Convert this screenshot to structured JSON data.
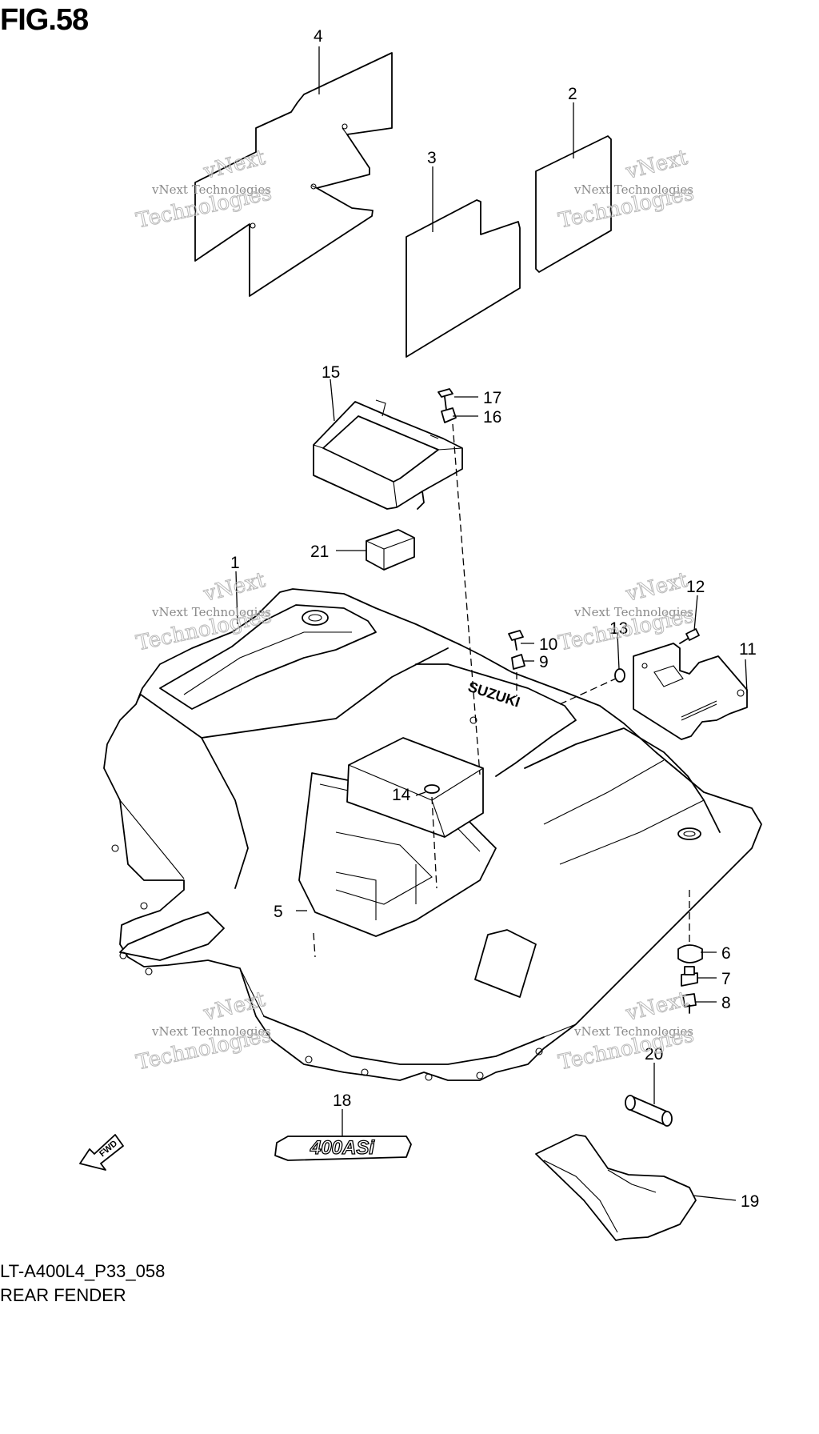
{
  "figure": {
    "title": "FIG.58",
    "code": "LT-A400L4_P33_058",
    "caption": "REAR FENDER"
  },
  "watermark": {
    "line1": "vNext Technologies",
    "line2": "Technologies",
    "arc": "vNext"
  },
  "callouts": {
    "c1": "1",
    "c2": "2",
    "c3": "3",
    "c4": "4",
    "c5": "5",
    "c6": "6",
    "c7": "7",
    "c8": "8",
    "c9": "9",
    "c10": "10",
    "c11": "11",
    "c12": "12",
    "c13": "13",
    "c14": "14",
    "c15": "15",
    "c16": "16",
    "c17": "17",
    "c18": "18",
    "c19": "19",
    "c20": "20",
    "c21": "21"
  },
  "markings": {
    "fwd": "FWD",
    "brand": "SUZUKI",
    "emblem": "400ASi"
  }
}
